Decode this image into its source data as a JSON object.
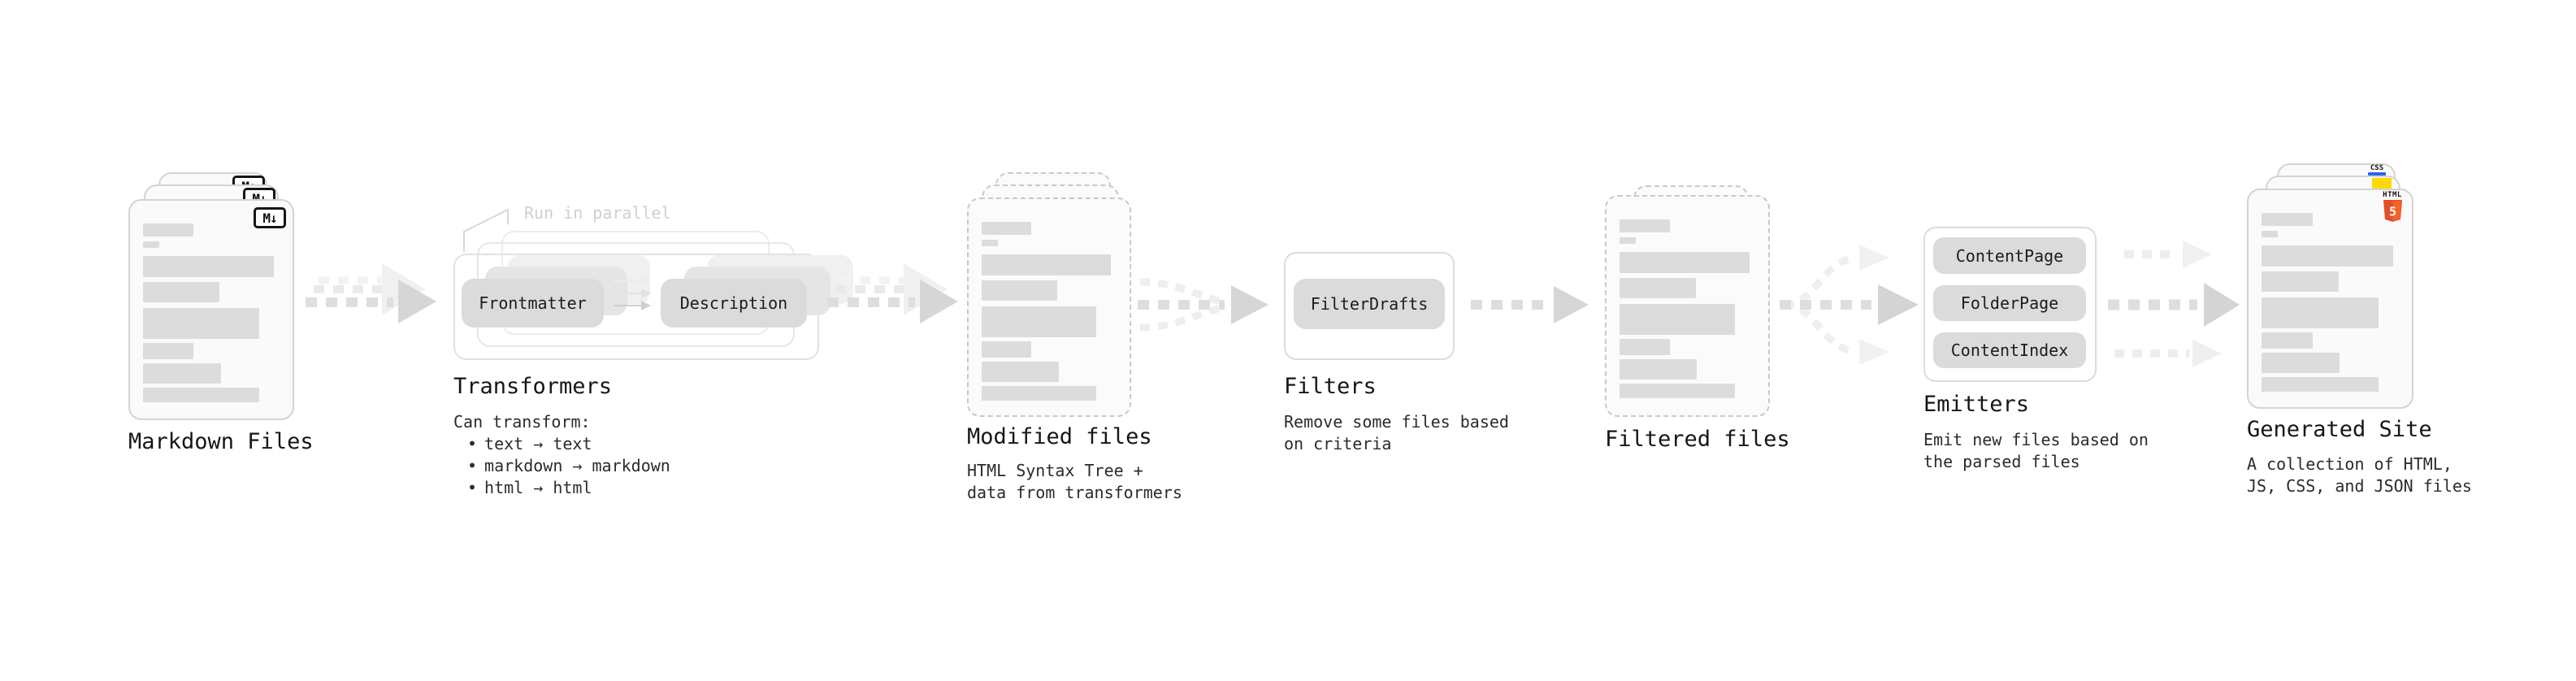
{
  "diagram": {
    "markdown_files": {
      "label": "Markdown Files",
      "badge": "M↓"
    },
    "transformers": {
      "title": "Transformers",
      "note": "Run in parallel",
      "pill_from": "Frontmatter",
      "pill_to": "Description",
      "list_heading": "Can transform:",
      "bullet": "•",
      "items": [
        "text → text",
        "markdown → markdown",
        "html → html"
      ]
    },
    "modified_files": {
      "title": "Modified files",
      "desc1": "HTML Syntax Tree +",
      "desc2": "data from transformers"
    },
    "filters": {
      "title": "Filters",
      "pill": "FilterDrafts",
      "desc1": "Remove some files based",
      "desc2": "on criteria"
    },
    "filtered_files": {
      "title": "Filtered files"
    },
    "emitters": {
      "title": "Emitters",
      "pills": [
        "ContentPage",
        "FolderPage",
        "ContentIndex"
      ],
      "desc1": "Emit new files based on",
      "desc2": "the parsed files"
    },
    "generated_site": {
      "title": "Generated Site",
      "desc1": "A collection of HTML,",
      "desc2": "JS, CSS, and JSON files",
      "css_label": "CSS",
      "html_label": "HTML",
      "html_number": "5"
    },
    "colors": {
      "html5_shield": "#e44d26",
      "html5_shield_light": "#f16529",
      "js_yellow": "#ffd900",
      "css_blue": "#2b62e9",
      "card_border": "#d4d4d4",
      "arrow_gray": "#dedede"
    }
  }
}
